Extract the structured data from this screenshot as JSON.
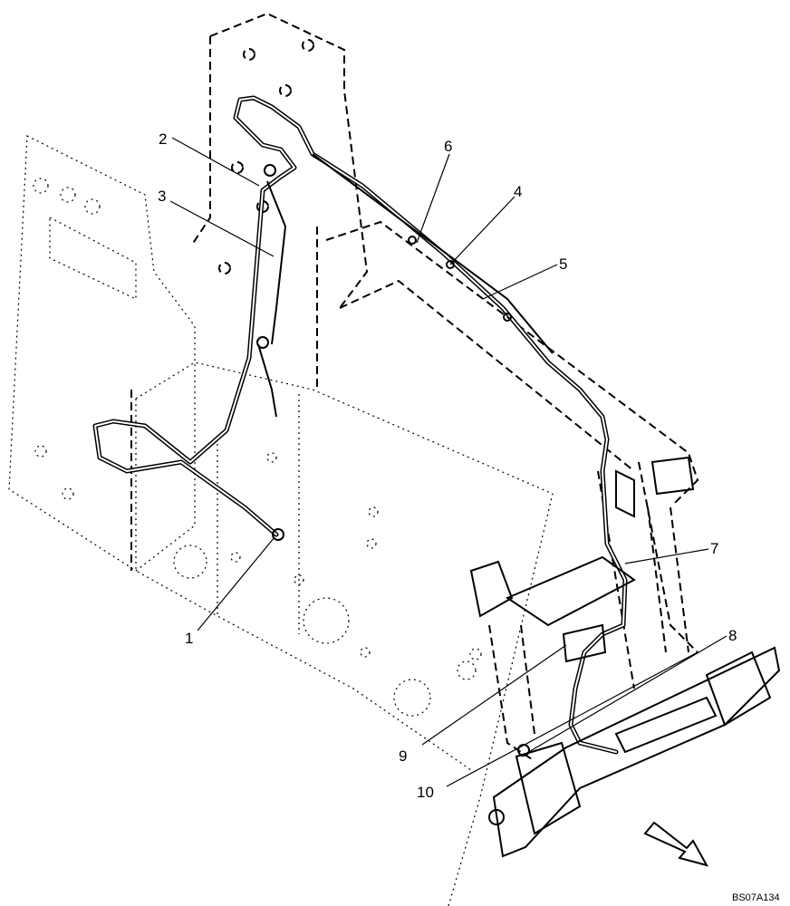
{
  "callouts": [
    "1",
    "2",
    "3",
    "4",
    "5",
    "6",
    "7",
    "8",
    "9",
    "10"
  ],
  "drawing_code": "BS07A134"
}
